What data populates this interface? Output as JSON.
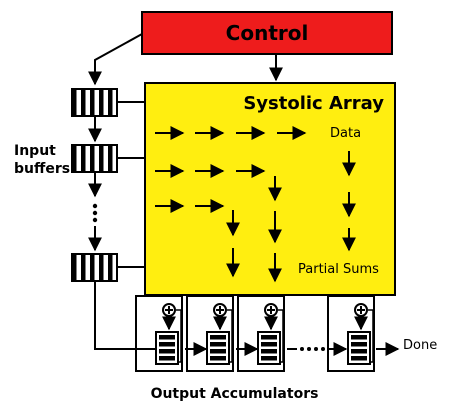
{
  "control": {
    "label": "Control",
    "fill": "#ee1c1c"
  },
  "systolic_array": {
    "title": "Systolic Array",
    "fill": "#ffee10"
  },
  "input_buffers": {
    "label_line1": "Input",
    "label_line2": "buffers"
  },
  "labels": {
    "data": "Data",
    "partial_sums": "Partial Sums",
    "done": "Done",
    "output_accumulators": "Output Accumulators"
  },
  "icons": [
    "plus-icon",
    "ellipsis-icon",
    "arrow-icon"
  ]
}
